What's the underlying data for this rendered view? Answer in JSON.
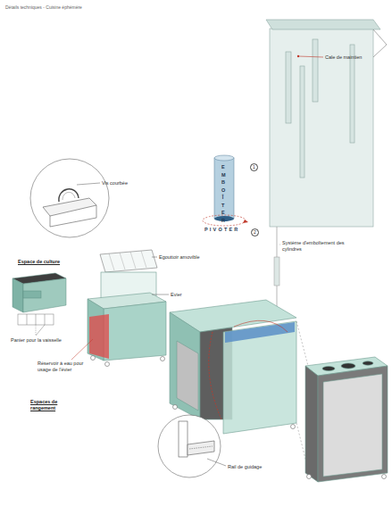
{
  "diagram": {
    "title": "Détails techniques - Cuisine éphémère",
    "nodes": [
      {
        "text": [
          "1"
        ]
      },
      {
        "text": [
          "2"
        ]
      }
    ],
    "labels": [
      "Cale de maintien",
      "EMBOÎTER",
      "PIVOTER",
      "Système d'emboîtement des cylindres",
      "Vis courbée",
      "Espace de culture",
      "Egouttoir amovible",
      "Evier",
      "Panier pour la vaisselle",
      "Réservoir à eau pour usage de l'évier",
      "Espaces de rangement",
      "Rail de guidage"
    ]
  }
}
